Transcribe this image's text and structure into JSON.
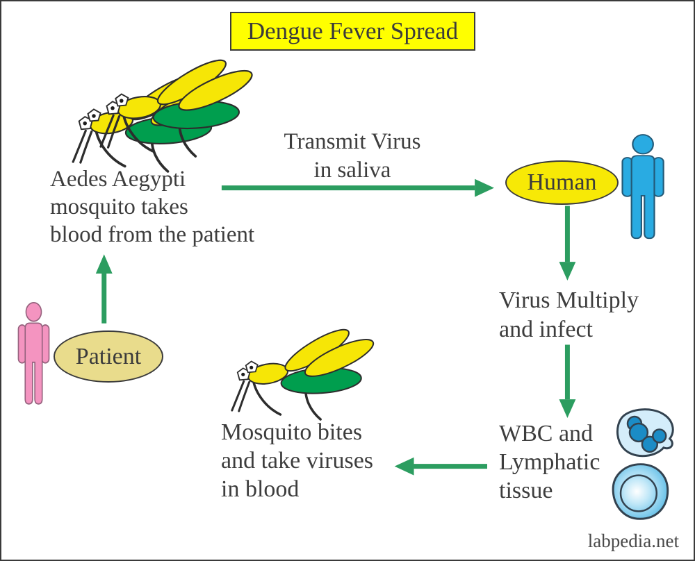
{
  "title": "Dengue Fever Spread",
  "nodes": {
    "aedes_caption": "Aedes Aegypti\nmosquito takes\nblood from the patient",
    "transmit_label": "Transmit Virus\nin saliva",
    "human_label": "Human",
    "virus_multiply_label": "Virus Multiply\nand infect",
    "wbc_label": "WBC and\nLymphatic\ntissue",
    "bite_label": "Mosquito bites\nand take viruses\nin blood",
    "patient_label": "Patient"
  },
  "watermark": "labpedia.net",
  "icons": {
    "mosquito": "aedes-mosquito-icon",
    "human_figure": "standing-man-icon",
    "patient_figure": "standing-man-icon",
    "wbc_cell": "white-blood-cell-icon",
    "lymphocyte": "lymphocyte-cell-icon"
  },
  "colors": {
    "arrow_green": "#2c9d60",
    "mosquito_yellow": "#f6e606",
    "wing_green": "#009e4e",
    "title_bg": "#ffff00",
    "human_ellipse_bg": "#f7e906",
    "patient_ellipse_bg": "#e9dc8c",
    "human_figure_blue": "#29abe2",
    "patient_figure_pink": "#f494c0",
    "cell_body_blue": "#d4edfa",
    "cell_nucleus_blue": "#1b8cc6",
    "text": "#3d3d3d"
  }
}
